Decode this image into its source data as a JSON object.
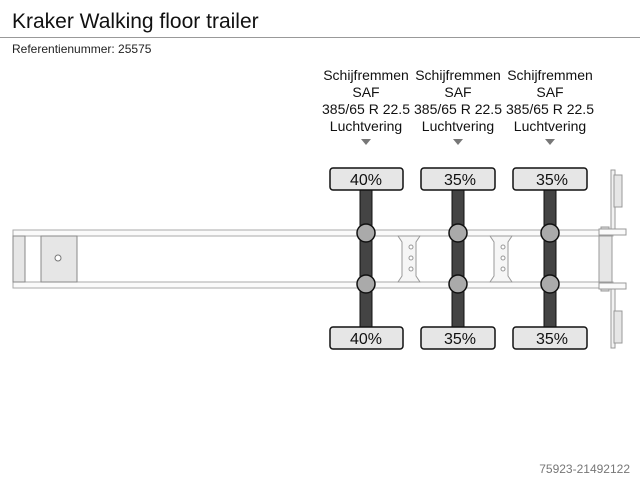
{
  "header": {
    "title": "Kraker Walking floor trailer",
    "reference": "Referentienummer: 25575"
  },
  "axles": [
    {
      "brake": "Schijfremmen",
      "brand": "SAF",
      "tire": "385/65 R 22.5",
      "suspension": "Luchtvering",
      "load_top": "40%",
      "load_bottom": "40%"
    },
    {
      "brake": "Schijfremmen",
      "brand": "SAF",
      "tire": "385/65 R 22.5",
      "suspension": "Luchtvering",
      "load_top": "35%",
      "load_bottom": "35%"
    },
    {
      "brake": "Schijfremmen",
      "brand": "SAF",
      "tire": "385/65 R 22.5",
      "suspension": "Luchtvering",
      "load_top": "35%",
      "load_bottom": "35%"
    }
  ],
  "footer": {
    "id": "75923-21492122"
  },
  "colors": {
    "axle_bar": "#444444",
    "wheel_box": "#e6e6e6",
    "hub": "#aaaaaa",
    "frame": "#bbbbbb"
  }
}
